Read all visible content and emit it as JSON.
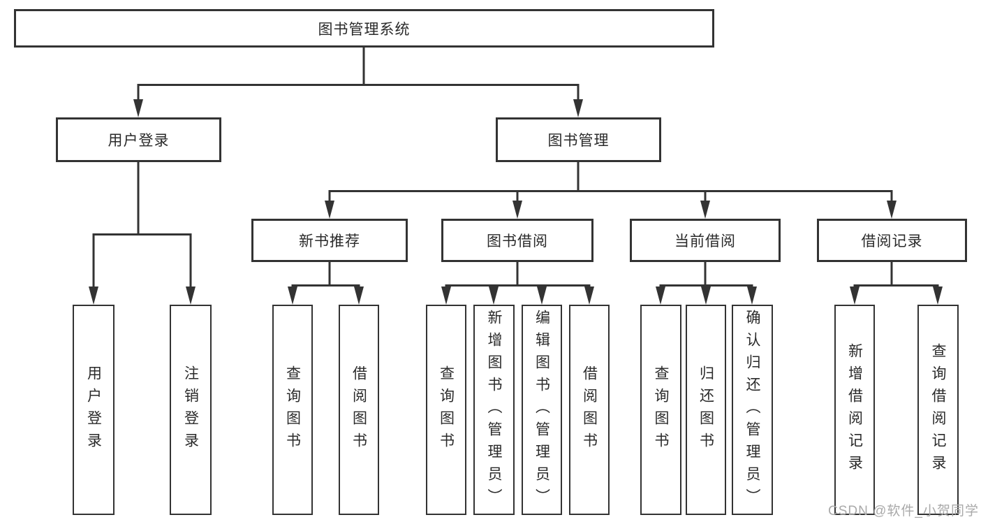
{
  "diagram": {
    "root": "图书管理系统",
    "level2": [
      "用户登录",
      "图书管理"
    ],
    "level3": [
      "新书推荐",
      "图书借阅",
      "当前借阅",
      "借阅记录"
    ],
    "leaves": {
      "user_login": [
        "用户登录",
        "注销登录"
      ],
      "new_book": [
        "查询图书",
        "借阅图书"
      ],
      "book_borrow": [
        "查询图书",
        "新增图书（管理员）",
        "编辑图书（管理员）",
        "借阅图书"
      ],
      "current_borrow": [
        "查询图书",
        "归还图书",
        "确认归还（管理员）"
      ],
      "borrow_record": [
        "新增借阅记录",
        "查询借阅记录"
      ]
    }
  },
  "watermark": "CSDN @软件_小贺同学",
  "colors": {
    "line": "#333333",
    "border": "#333333",
    "text": "#2a2a2a",
    "watermark": "#a9a9a9"
  }
}
